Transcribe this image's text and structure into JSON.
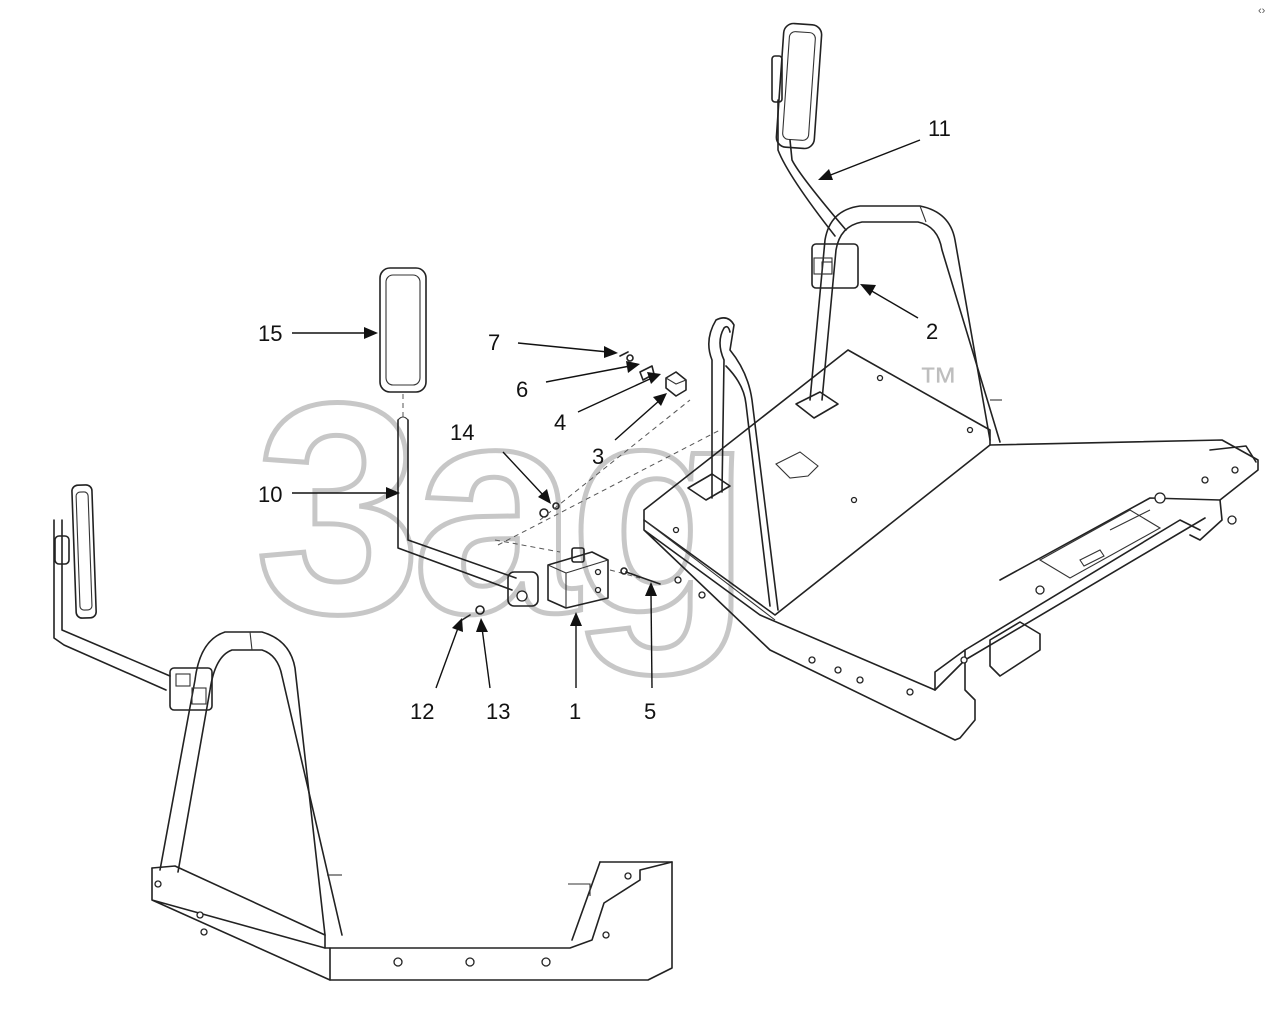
{
  "watermark": {
    "text": "3ag",
    "trademark": "™",
    "color": "#c8c8c8"
  },
  "corner_mark": "‹›",
  "callouts": [
    {
      "id": "1",
      "label": "1"
    },
    {
      "id": "2",
      "label": "2"
    },
    {
      "id": "3",
      "label": "3"
    },
    {
      "id": "4",
      "label": "4"
    },
    {
      "id": "5",
      "label": "5"
    },
    {
      "id": "6",
      "label": "6"
    },
    {
      "id": "7",
      "label": "7"
    },
    {
      "id": "10",
      "label": "10"
    },
    {
      "id": "11",
      "label": "11"
    },
    {
      "id": "12",
      "label": "12"
    },
    {
      "id": "13",
      "label": "13"
    },
    {
      "id": "14",
      "label": "14"
    },
    {
      "id": "15",
      "label": "15"
    }
  ],
  "parts": [
    "left-mirror-assembly",
    "left-rollbar",
    "left-frame",
    "center-mirror",
    "mirror-arm",
    "bracket",
    "right-rollbar",
    "right-mirror",
    "chassis-frame",
    "floor-plate",
    "small-rail"
  ]
}
